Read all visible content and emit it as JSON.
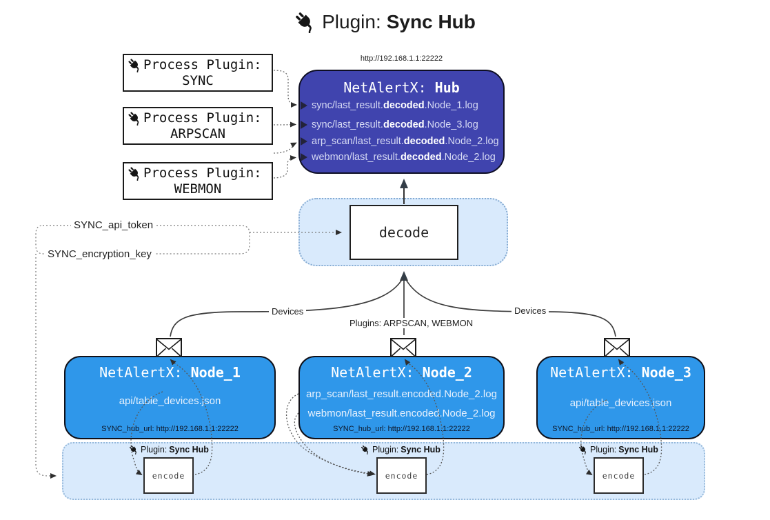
{
  "title": {
    "prefix": "Plugin:",
    "name": "Sync Hub"
  },
  "hub": {
    "url": "http://192.168.1.1:22222",
    "name_prefix": "NetAlertX:",
    "name": "Hub",
    "logs": [
      {
        "pre": "sync/last_result.",
        "bold": "decoded",
        "post": ".Node_1.log"
      },
      {
        "pre": "sync/last_result.",
        "bold": "decoded",
        "post": ".Node_3.log"
      },
      {
        "pre": "arp_scan/last_result.",
        "bold": "decoded",
        "post": ".Node_2.log"
      },
      {
        "pre": "webmon/last_result.",
        "bold": "decoded",
        "post": ".Node_2.log"
      }
    ]
  },
  "process_plugins": [
    {
      "label": "Process Plugin:",
      "name": "SYNC"
    },
    {
      "label": "Process Plugin:",
      "name": "ARPSCAN"
    },
    {
      "label": "Process Plugin:",
      "name": "WEBMON"
    }
  ],
  "decode": {
    "label": "decode"
  },
  "config": {
    "api_token": "SYNC_api_token",
    "encryption_key": "SYNC_encryption_key"
  },
  "edge_labels": {
    "devices_left": "Devices",
    "plugins_center": "Plugins: ARPSCAN, WEBMON",
    "devices_right": "Devices"
  },
  "nodes": [
    {
      "name_prefix": "NetAlertX:",
      "name": "Node_1",
      "files": [
        "api/table_devices.json"
      ],
      "hub_url": "SYNC_hub_url: http://192.168.1.1:22222"
    },
    {
      "name_prefix": "NetAlertX:",
      "name": "Node_2",
      "files": [
        "arp_scan/last_result.encoded.Node_2.log",
        "webmon/last_result.encoded.Node_2.log"
      ],
      "hub_url": "SYNC_hub_url: http://192.168.1.1:22222"
    },
    {
      "name_prefix": "NetAlertX:",
      "name": "Node_3",
      "files": [
        "api/table_devices.json"
      ],
      "hub_url": "SYNC_hub_url: http://192.168.1.1:22222"
    }
  ],
  "encoders": [
    {
      "label_prefix": "Plugin:",
      "label_name": "Sync Hub",
      "box_label": "encode"
    },
    {
      "label_prefix": "Plugin:",
      "label_name": "Sync Hub",
      "box_label": "encode"
    },
    {
      "label_prefix": "Plugin:",
      "label_name": "Sync Hub",
      "box_label": "encode"
    }
  ],
  "colors": {
    "hub_bg": "#4044ae",
    "node_bg": "#2f97ea",
    "panel_bg": "#d9eafc",
    "line_dark": "#3d3d3d",
    "arrow_dark": "#333d47"
  }
}
